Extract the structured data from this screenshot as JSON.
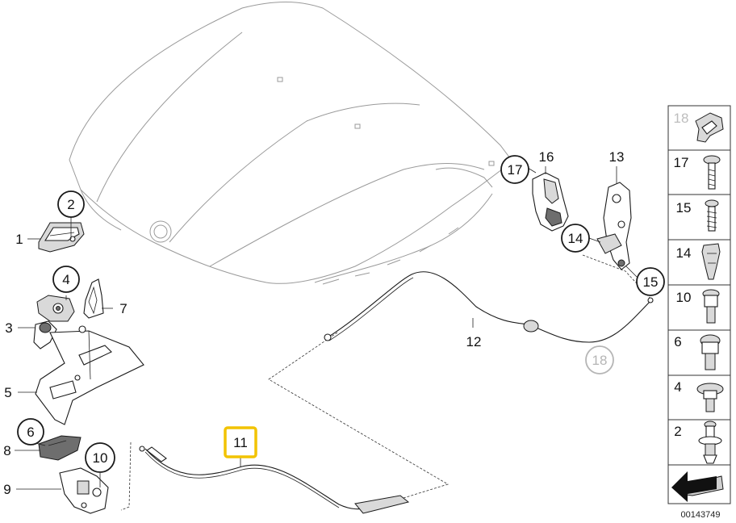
{
  "callouts": [
    {
      "id": "c1",
      "number": "1"
    },
    {
      "id": "c2",
      "number": "2"
    },
    {
      "id": "c3",
      "number": "3"
    },
    {
      "id": "c4",
      "number": "4"
    },
    {
      "id": "c5",
      "number": "5"
    },
    {
      "id": "c6",
      "number": "6"
    },
    {
      "id": "c7",
      "number": "7"
    },
    {
      "id": "c8",
      "number": "8"
    },
    {
      "id": "c9",
      "number": "9"
    },
    {
      "id": "c10",
      "number": "10"
    },
    {
      "id": "c11",
      "number": "11",
      "highlighted": true
    },
    {
      "id": "c12",
      "number": "12"
    },
    {
      "id": "c13",
      "number": "13"
    },
    {
      "id": "c14",
      "number": "14"
    },
    {
      "id": "c15",
      "number": "15"
    },
    {
      "id": "c16",
      "number": "16"
    },
    {
      "id": "c17",
      "number": "17"
    },
    {
      "id": "c18",
      "number": "18",
      "greyed": true
    }
  ],
  "legend": {
    "rows": [
      "18",
      "17",
      "15",
      "14",
      "10",
      "6",
      "4",
      "2"
    ]
  },
  "diagram_code": "00143749",
  "colors": {
    "highlight": "#f2c300",
    "line": "#1a1a1a",
    "ghost": "#9a9a9a"
  }
}
